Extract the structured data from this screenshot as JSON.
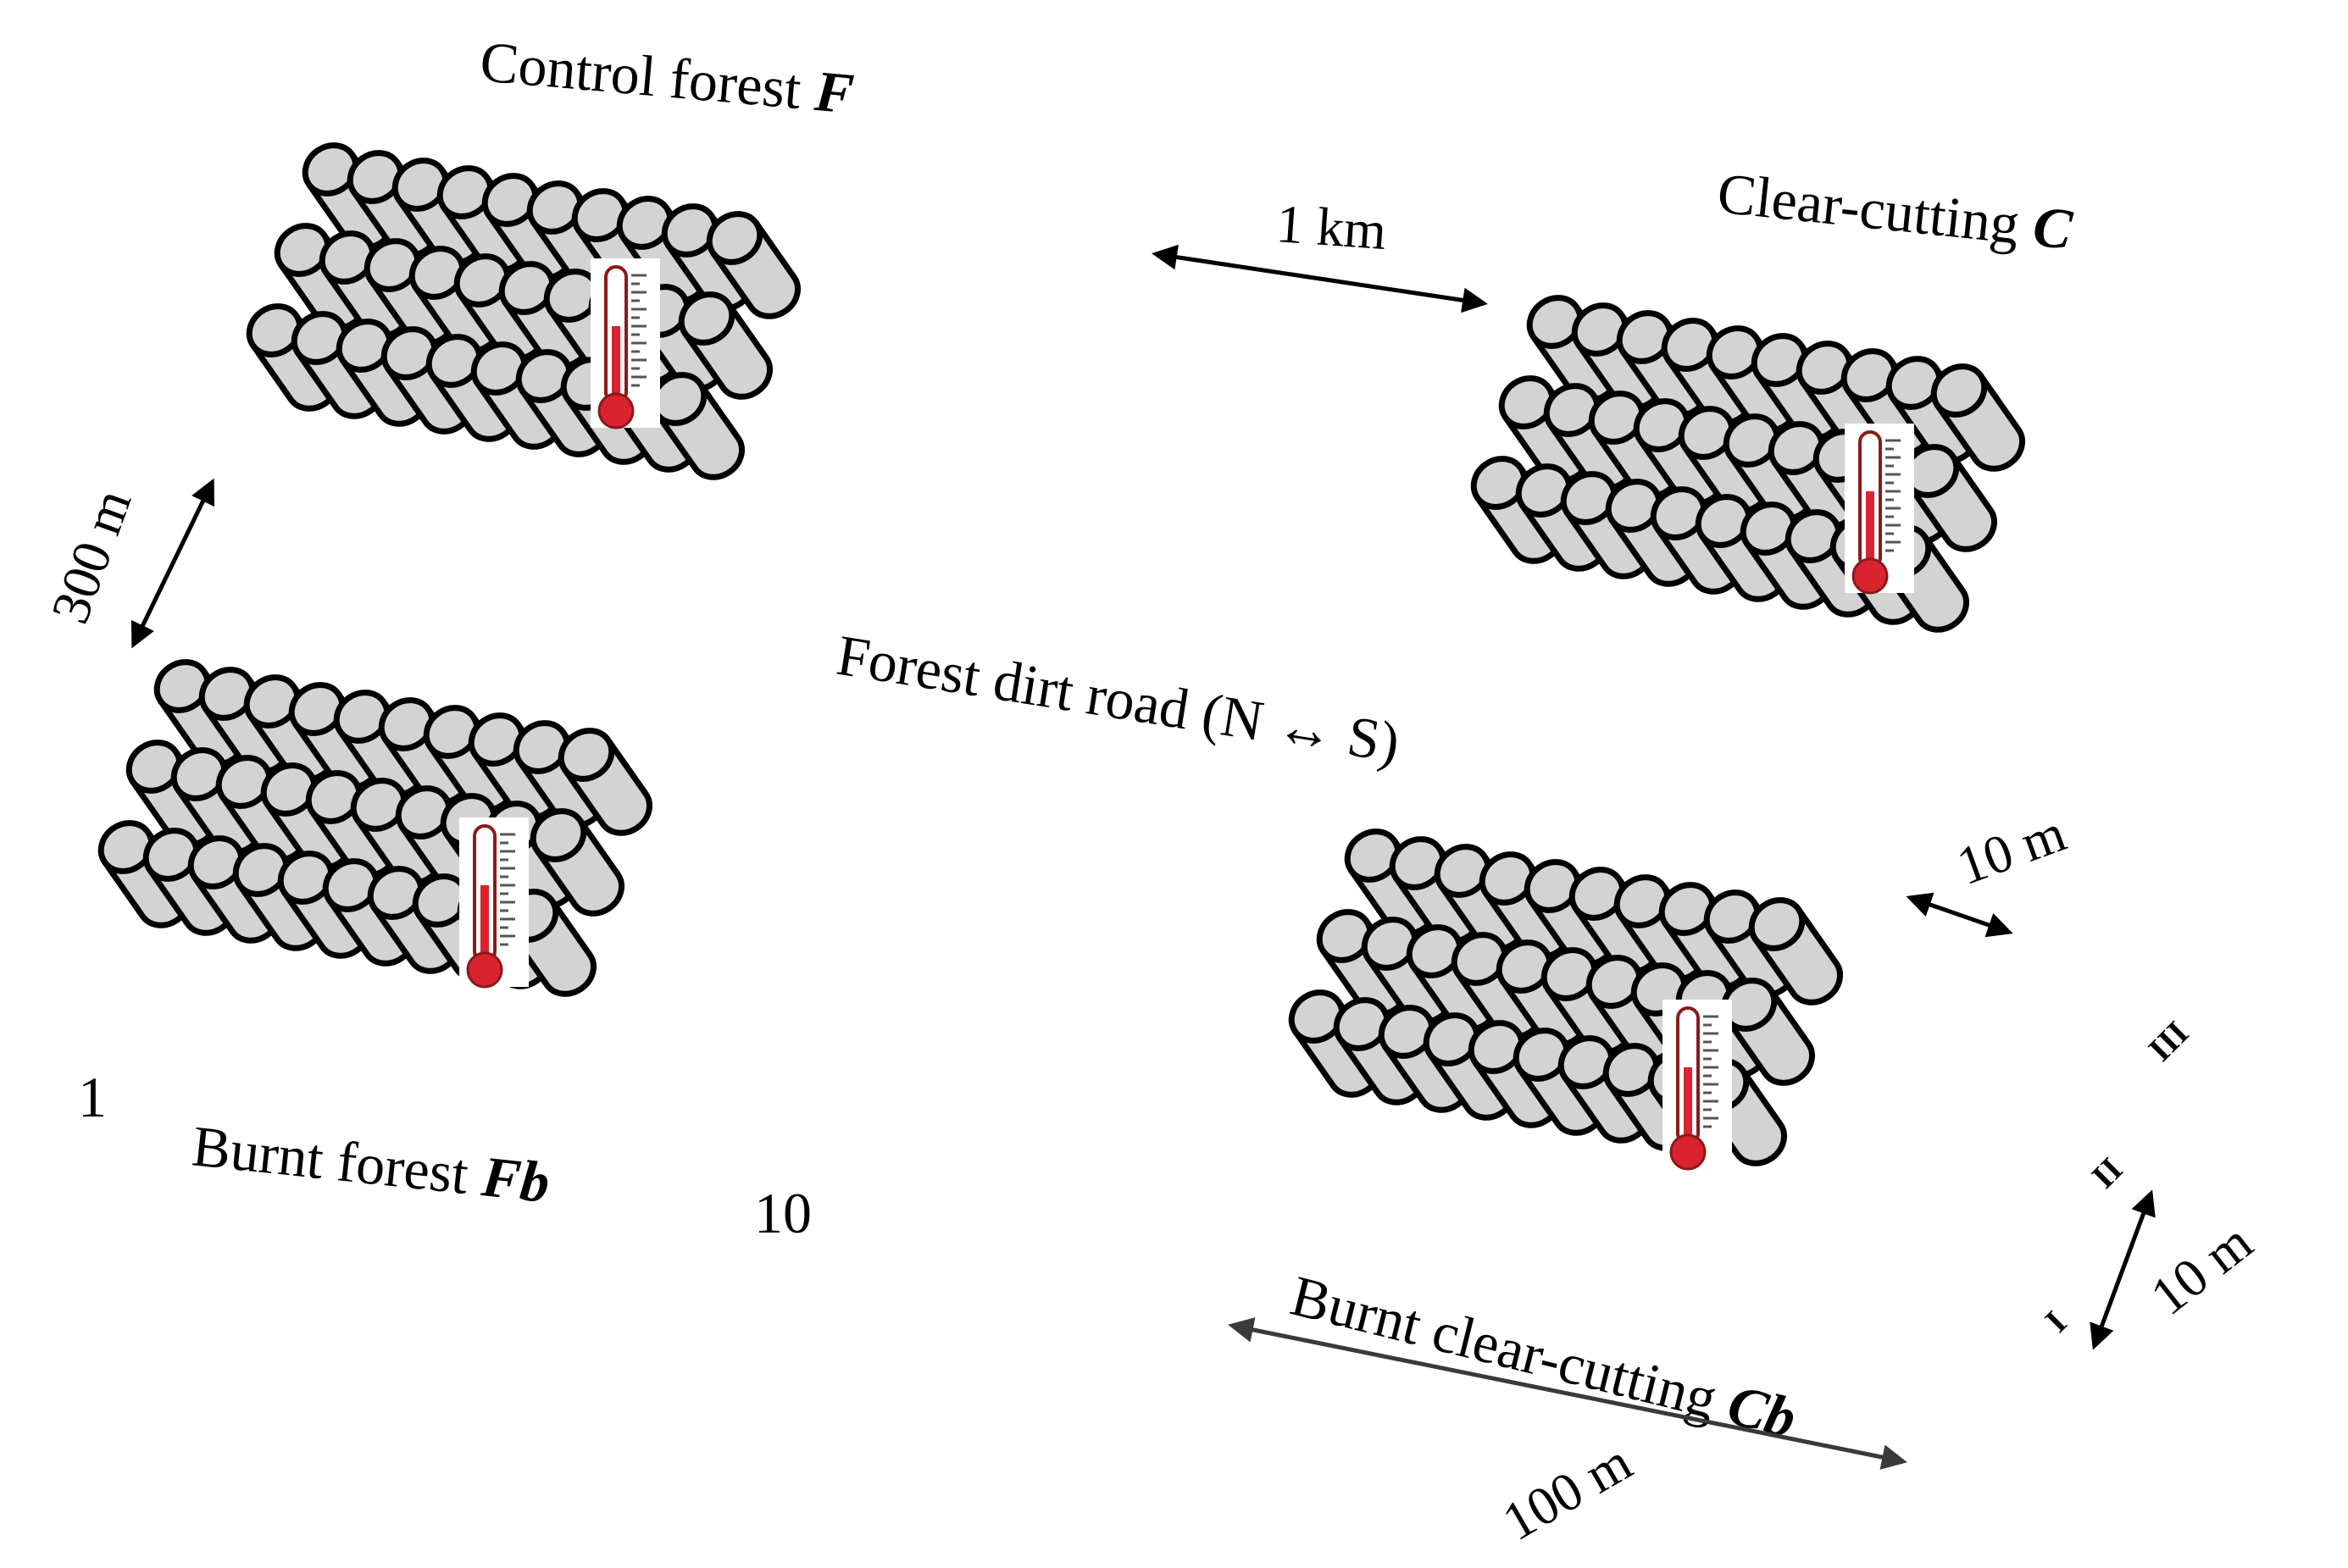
{
  "plots": [
    {
      "id": "F",
      "name": "Control forest",
      "code": "F"
    },
    {
      "id": "C",
      "name": "Clear-cutting",
      "code": "C"
    },
    {
      "id": "Fb",
      "name": "Burnt forest",
      "code": "Fb"
    },
    {
      "id": "Cb",
      "name": "Burnt clear-cutting",
      "code": "Cb"
    }
  ],
  "road_label": "Forest dirt road (N ↔ S)",
  "distances": {
    "between_top_plots": "1 km",
    "between_left_plots": "300 m",
    "trap_spacing": "10 m",
    "row_spacing": "10 m",
    "transect_length": "100 m"
  },
  "trap_numbers": {
    "first": "1",
    "last": "10"
  },
  "row_labels": [
    "I",
    "II",
    "III"
  ],
  "icons": {
    "trap": "pitfall-trap-cylinder-icon",
    "logger": "thermometer-icon"
  },
  "colors": {
    "trap_fill": "#d3d3d3",
    "outline": "#000000",
    "thermometer_red": "#d9232e"
  }
}
